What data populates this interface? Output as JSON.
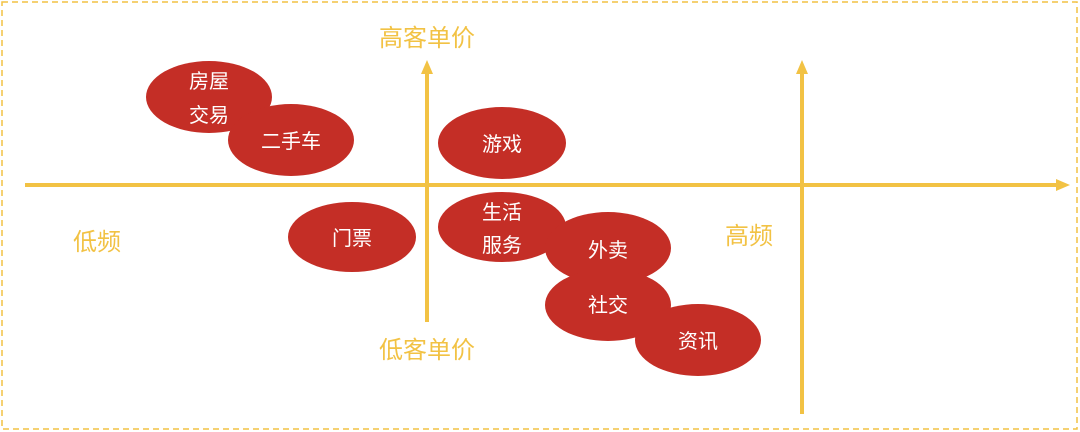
{
  "axes": {
    "y_top": "高客单价",
    "y_bottom": "低客单价",
    "x_left": "低频",
    "x_right": "高频"
  },
  "categories": [
    {
      "line1": "房屋",
      "line2": "交易"
    },
    {
      "line1": "二手车"
    },
    {
      "line1": "游戏"
    },
    {
      "line1": "门票"
    },
    {
      "line1": "生活",
      "line2": "服务"
    },
    {
      "line1": "外卖"
    },
    {
      "line1": "社交"
    },
    {
      "line1": "资讯"
    }
  ],
  "colors": {
    "axis": "#F2C244",
    "bubble": "#C42E26",
    "border": "#F2C244"
  }
}
